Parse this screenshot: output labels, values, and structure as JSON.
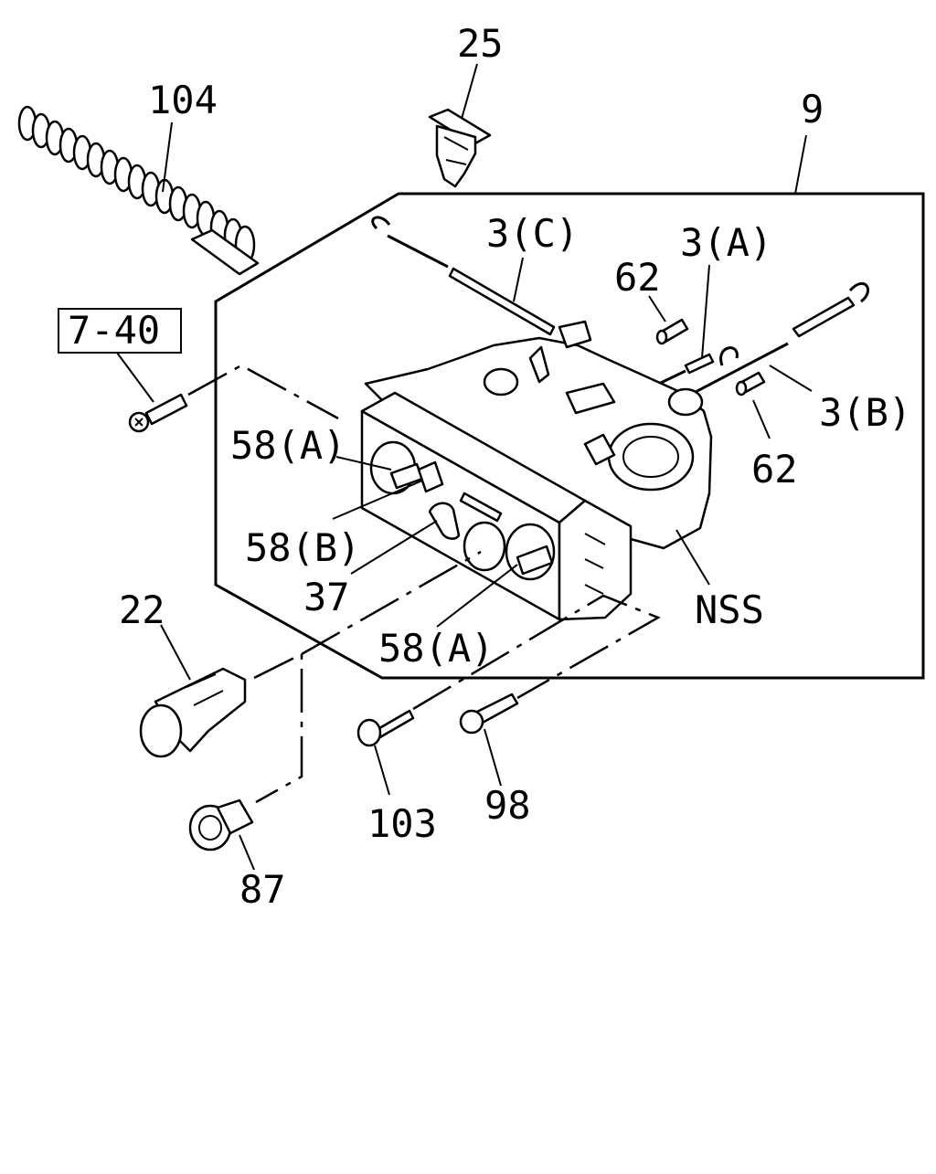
{
  "callouts": {
    "c104": "104",
    "c25": "25",
    "c9": "9",
    "c3c": "3(C)",
    "c3a": "3(A)",
    "c62a": "62",
    "c740": "7-40",
    "c58a1": "58(A)",
    "c3b": "3(B)",
    "c62b": "62",
    "c58b": "58(B)",
    "c37": "37",
    "c22": "22",
    "c58a2": "58(A)",
    "cNSS": "NSS",
    "c103": "103",
    "c98": "98",
    "c87": "87"
  }
}
